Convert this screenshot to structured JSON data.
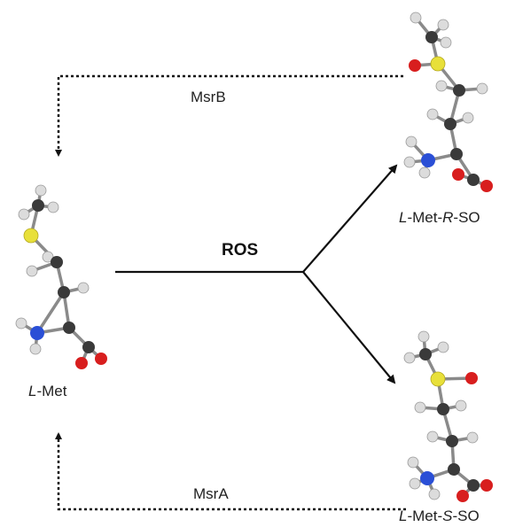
{
  "labels": {
    "ros": "ROS",
    "msrb": "MsrB",
    "msra": "MsrA",
    "l_met": {
      "prefix": "L",
      "suffix": "-Met"
    },
    "l_met_r_so": {
      "prefix": "L",
      "mid": "-Met-",
      "stereo": "R",
      "suffix": "-SO"
    },
    "l_met_s_so": {
      "prefix": "L",
      "mid": "-Met-",
      "stereo": "S",
      "suffix": "-SO"
    }
  },
  "colors": {
    "carbon": "#3a3a3a",
    "hydrogen": "#dcdcdc",
    "sulfur": "#e8e03a",
    "oxygen": "#d81e1e",
    "nitrogen": "#2a4fd6",
    "arrow": "#111111"
  }
}
